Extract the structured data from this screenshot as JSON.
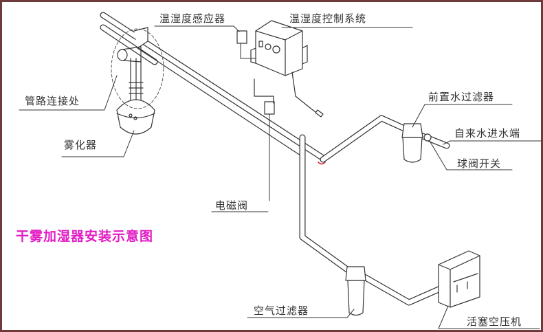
{
  "title": "干雾加湿器安装示意图",
  "labels": {
    "sensor": "温湿度感应器",
    "controller": "温湿度控制系统",
    "pipe_joint": "管路连接处",
    "atomizer": "雾化器",
    "pre_water_filter": "前置水过滤器",
    "water_inlet": "自来水进水端",
    "ball_valve": "球阀开关",
    "solenoid_valve": "电磁阀",
    "air_filter": "空气过滤器",
    "compressor": "活塞空压机"
  },
  "colors": {
    "title": "#e21bc4",
    "border": "#6e3a3a",
    "line": "#333333",
    "accent_red": "#d01010"
  }
}
